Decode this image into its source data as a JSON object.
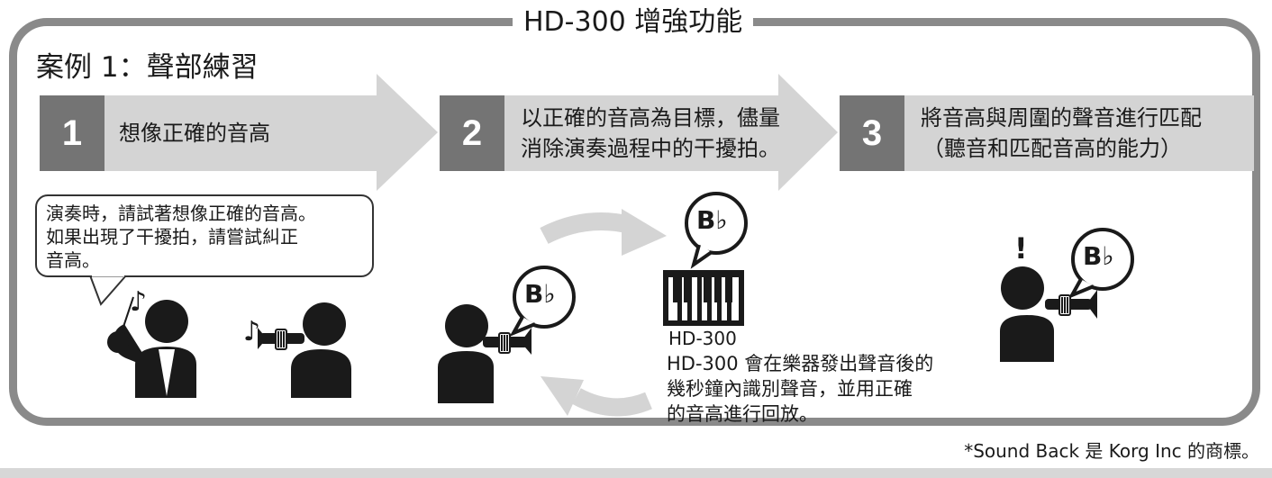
{
  "header": {
    "title": "HD-300 增強功能"
  },
  "case": {
    "title": "案例 1：聲部練習"
  },
  "steps": [
    {
      "number": "1",
      "lines": [
        "想像正確的音高"
      ]
    },
    {
      "number": "2",
      "lines": [
        "以正確的音高為目標，儘量",
        "消除演奏過程中的干擾拍。"
      ]
    },
    {
      "number": "3",
      "lines": [
        "將音高與周圍的聲音進行匹配",
        "（聽音和匹配音高的能力）"
      ]
    }
  ],
  "note_bubble": {
    "lines": [
      "演奏時，請試著想像正確的音高。",
      "如果出現了干擾拍，請嘗試糾正",
      "音高。"
    ]
  },
  "device": {
    "label": "HD-300",
    "description": [
      "HD-300 會在樂器發出聲音後的",
      "幾秒鐘內識別聲音，並用正確",
      "的音高進行回放。"
    ]
  },
  "note_symbol": "B♭",
  "alert_symbol": "!",
  "music_note": "♪",
  "footnote": "*Sound Back 是 Korg Inc 的商標。",
  "colors": {
    "frame": "#8a8a8a",
    "step_bg": "#d4d4d4",
    "step_num_bg": "#747474",
    "figure": "#1a1a1a",
    "cycle_arrow": "#d4d4d4"
  }
}
